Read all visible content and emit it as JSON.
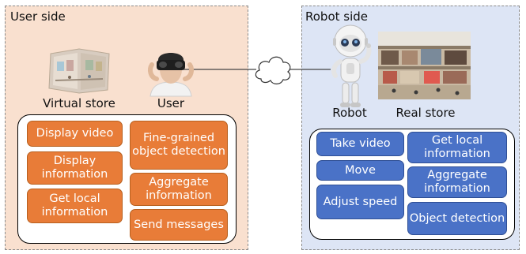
{
  "user_side": {
    "title": "User side",
    "virtual_store_label": "Virtual store",
    "user_label": "User",
    "tasks": [
      "Display video",
      "Display information",
      "Get local information",
      "Fine-grained object detection",
      "Aggregate information",
      "Send messages"
    ]
  },
  "robot_side": {
    "title": "Robot side",
    "robot_label": "Robot",
    "real_store_label": "Real store",
    "tasks": [
      "Take video",
      "Move",
      "Adjust speed",
      "Get local information",
      "Aggregate information",
      "Object detection"
    ]
  },
  "colors": {
    "user_panel_bg": "#f9e0cf",
    "robot_panel_bg": "#dde5f5",
    "user_task": "#e87c38",
    "robot_task": "#4a72c7"
  },
  "icons": [
    "virtual-store-photo",
    "user-vr-headset-photo",
    "cloud-icon",
    "robot-photo",
    "real-store-photo"
  ]
}
